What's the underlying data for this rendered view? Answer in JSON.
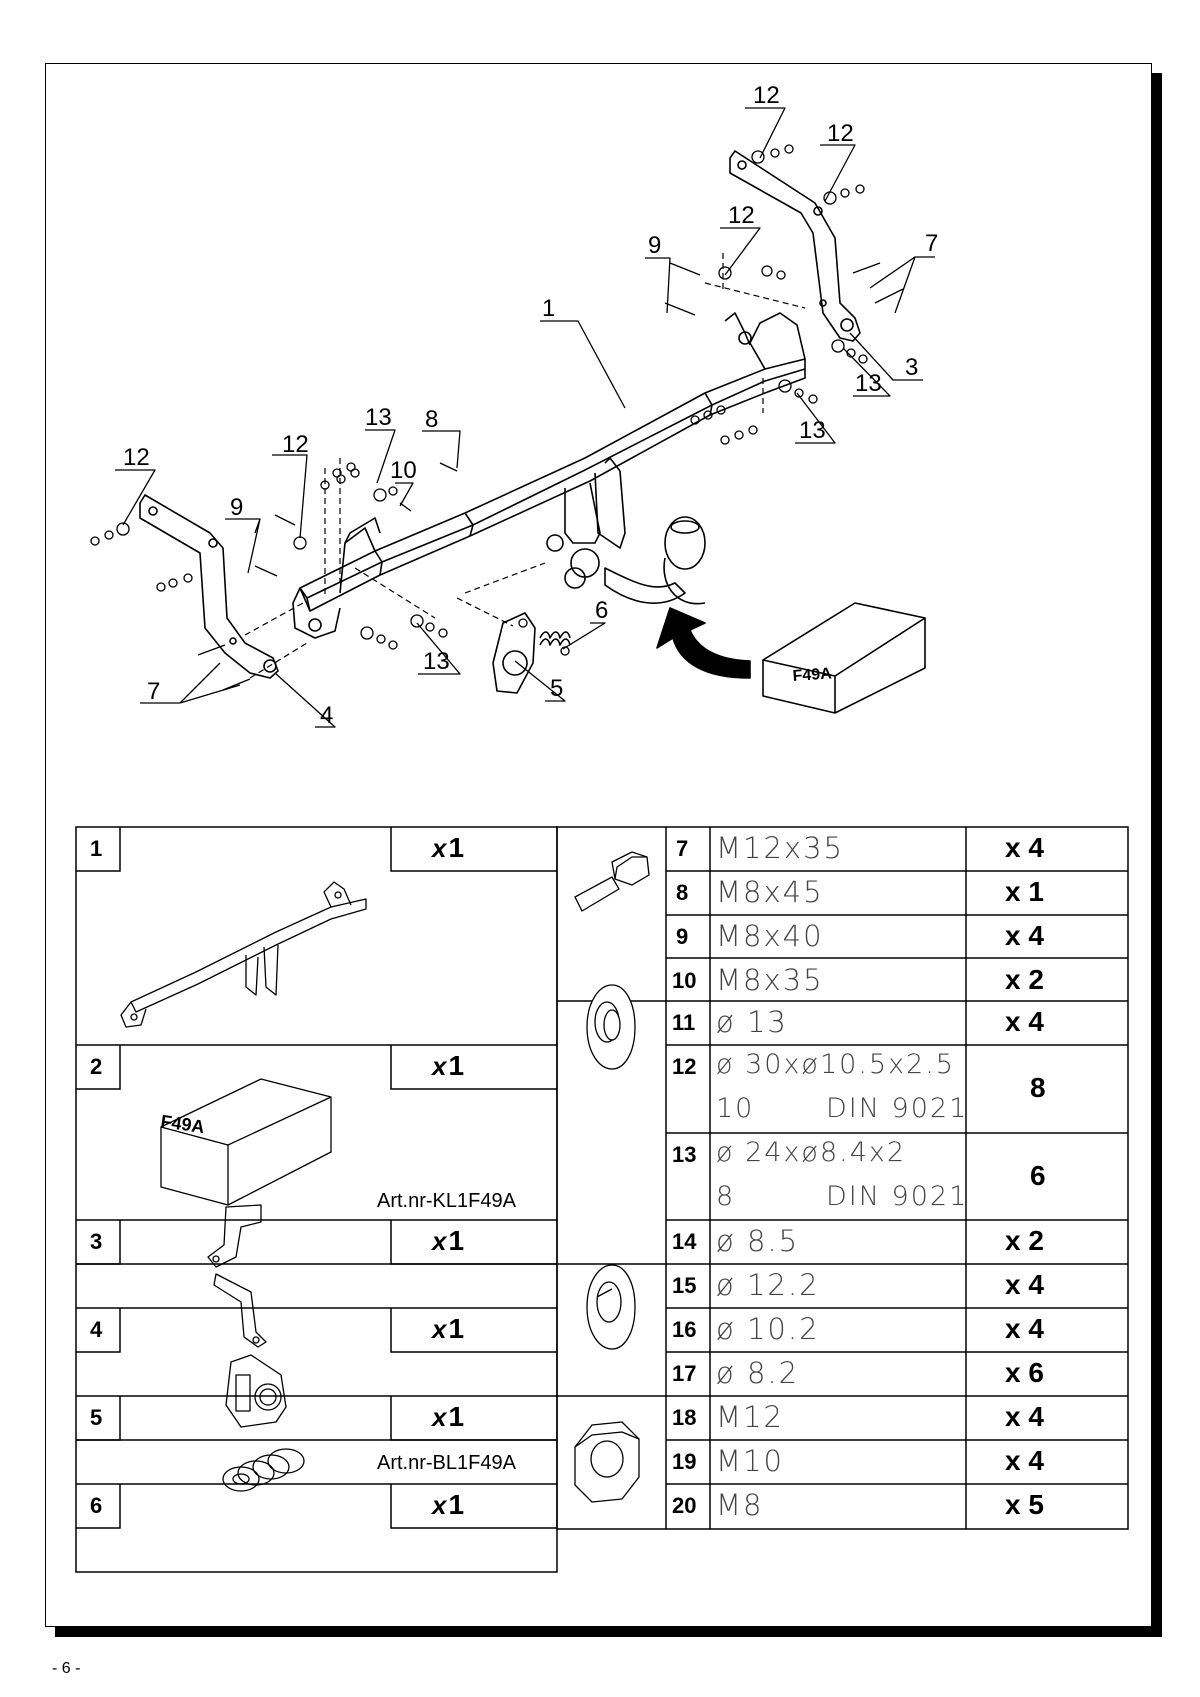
{
  "drawing": {
    "callouts": {
      "c12a": "12",
      "c12b": "12",
      "c12c": "12",
      "c12d": "12",
      "c12e": "12",
      "c7a": "7",
      "c7b": "7",
      "c9a": "9",
      "c9b": "9",
      "c1": "1",
      "c3": "3",
      "c4": "4",
      "c5": "5",
      "c6": "6",
      "c8": "8",
      "c10": "10",
      "c13a": "13",
      "c13b": "13",
      "c13c": "13",
      "c13d": "13"
    },
    "box_label": "F49A"
  },
  "parts_left": [
    {
      "num": "1",
      "qty_x": "x",
      "qty": "1",
      "art": ""
    },
    {
      "num": "2",
      "qty_x": "x",
      "qty": "1",
      "art": "Art.nr-KL1F49A",
      "box_label": "F49A"
    },
    {
      "num": "3",
      "qty_x": "x",
      "qty": "1",
      "art": ""
    },
    {
      "num": "4",
      "qty_x": "x",
      "qty": "1",
      "art": ""
    },
    {
      "num": "5",
      "qty_x": "x",
      "qty": "1",
      "art": "Art.nr-BL1F49A"
    },
    {
      "num": "6",
      "qty_x": "x",
      "qty": "1",
      "art": ""
    }
  ],
  "parts_right": [
    {
      "num": "7",
      "spec": "M12x35",
      "qty": "x 4"
    },
    {
      "num": "8",
      "spec": "M8x45",
      "qty": "x 1"
    },
    {
      "num": "9",
      "spec": "M8x40",
      "qty": "x 4"
    },
    {
      "num": "10",
      "spec": "M8x35",
      "qty": "x 2"
    },
    {
      "num": "11",
      "spec": "ø 13",
      "qty": "x 4"
    },
    {
      "num": "12",
      "spec": "ø 30xø10.5x2.5",
      "spec2a": "10",
      "spec2b": "DIN 9021",
      "qty": "8"
    },
    {
      "num": "13",
      "spec": "ø 24xø8.4x2",
      "spec2a": "8",
      "spec2b": "DIN 9021",
      "qty": "6"
    },
    {
      "num": "14",
      "spec": "ø 8.5",
      "qty": "x 2"
    },
    {
      "num": "15",
      "spec": "ø 12.2",
      "qty": "x 4"
    },
    {
      "num": "16",
      "spec": "ø 10.2",
      "qty": "x 4"
    },
    {
      "num": "17",
      "spec": "ø 8.2",
      "qty": "x 6"
    },
    {
      "num": "18",
      "spec": "M12",
      "qty": "x 4"
    },
    {
      "num": "19",
      "spec": "M10",
      "qty": "x 4"
    },
    {
      "num": "20",
      "spec": "M8",
      "qty": "x 5"
    }
  ],
  "page_number": "- 6 -",
  "icons": {
    "bolt": "bolt-icon",
    "washer": "washer-icon",
    "spring_washer": "spring-washer-icon",
    "nut": "nut-icon",
    "towbar": "towbar-icon",
    "bracket": "bracket-icon",
    "socket_plate": "socket-plate-icon",
    "spring": "spring-icon",
    "box": "box-icon"
  }
}
